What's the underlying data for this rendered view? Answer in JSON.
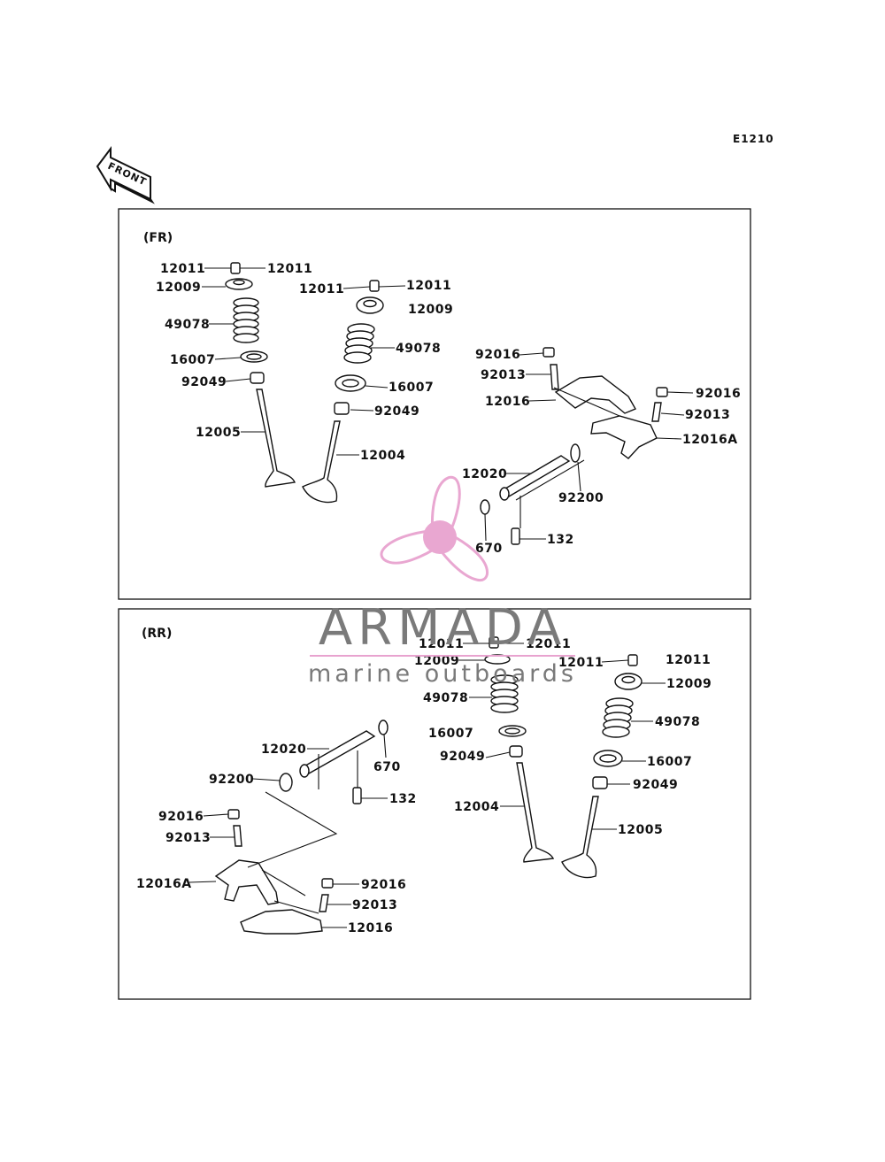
{
  "diagram_code": "E1210",
  "front_arrow_label": "FRONT",
  "watermark": {
    "brand": "ARMADA",
    "tagline": "marine outboards",
    "colors": {
      "logo_pink": "#e8a3cf",
      "text_gray": "#7a7a7a"
    }
  },
  "sections": {
    "fr": {
      "title": "(FR)",
      "labels": [
        "12011",
        "12011",
        "12009",
        "49078",
        "16007",
        "92049",
        "12005",
        "12011",
        "12011",
        "12009",
        "49078",
        "16007",
        "92049",
        "12004",
        "92016",
        "92013",
        "12016",
        "92016",
        "92013",
        "12016A",
        "12020",
        "92200",
        "670",
        "132"
      ]
    },
    "rr": {
      "title": "(RR)",
      "labels": [
        "12011",
        "12011",
        "12009",
        "49078",
        "16007",
        "92049",
        "12004",
        "12011",
        "12011",
        "12009",
        "49078",
        "16007",
        "92049",
        "12005",
        "12020",
        "670",
        "92200",
        "132",
        "92016",
        "92013",
        "12016A",
        "92016",
        "92013",
        "12016"
      ]
    }
  }
}
